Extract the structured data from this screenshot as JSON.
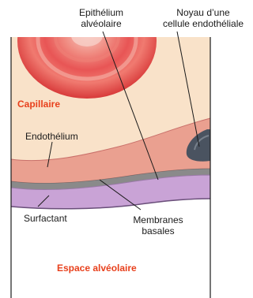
{
  "labels": {
    "epithelium": "Epithélium\nalvéolaire",
    "nucleus": "Noyau d’une\ncellule endothéliale",
    "capillary": "Capillaire",
    "endothelium": "Endothélium",
    "surfactant": "Surfactant",
    "basal_membranes": "Membranes\nbasales",
    "alveolar_space": "Espace alvéolaire"
  },
  "colors": {
    "accent": "#e8401c",
    "capillary_bg": "#f9e2c9",
    "red_blood_cell": "#e04545",
    "endothelium": "#eaa090",
    "basal_membrane": "#8a8a8a",
    "epithelium": "#c9a3d6",
    "nucleus": "#4a5360"
  }
}
